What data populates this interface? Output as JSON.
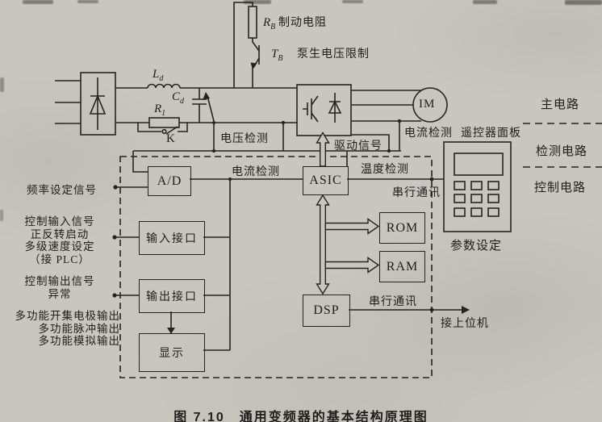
{
  "caption": "图 7.10　通用变频器的基本结构原理图",
  "colors": {
    "paper": "#c9c6c0",
    "ink": "#26241f"
  },
  "blocks": {
    "ad": "A/D",
    "asic": "ASIC",
    "rom": "ROM",
    "ram": "RAM",
    "dsp": "DSP",
    "input_interface": "输入接口",
    "output_interface": "输出接口",
    "display": "显示",
    "motor": "IM"
  },
  "symbols": {
    "rb": {
      "base": "R",
      "sub": "B",
      "text": "制动电阻"
    },
    "tb": {
      "base": "T",
      "sub": "B"
    },
    "ld": {
      "base": "L",
      "sub": "d"
    },
    "cd": {
      "base": "C",
      "sub": "d"
    },
    "r1": {
      "base": "R",
      "sub": "1"
    },
    "k": "K"
  },
  "wire_labels": {
    "pump_voltage_limit": "泵生电压限制",
    "voltage_detect": "电压检测",
    "drive_signal": "驱动信号",
    "current_detect_motor": "电流检测",
    "current_detect_inner": "电流检测",
    "temperature_detect": "温度检测",
    "serial_comm_panel": "串行通讯",
    "serial_comm_host": "串行通讯",
    "to_host": "接上位机",
    "remote_panel": "遥控器面板",
    "param_setting": "参数设定"
  },
  "region_labels": {
    "main_circuit": "主电路",
    "detect_circuit": "检测电路",
    "control_circuit": "控制电路"
  },
  "io_labels": {
    "freq_set": "频率设定信号",
    "control_inputs": [
      "控制输入信号",
      "正反转启动",
      "多级速度设定",
      "（接 PLC）"
    ],
    "control_outputs": [
      "控制输出信号",
      "异常"
    ],
    "multi_outputs": [
      "多功能开集电极输出",
      "多功能脉冲输出",
      "多功能模拟输出"
    ]
  }
}
